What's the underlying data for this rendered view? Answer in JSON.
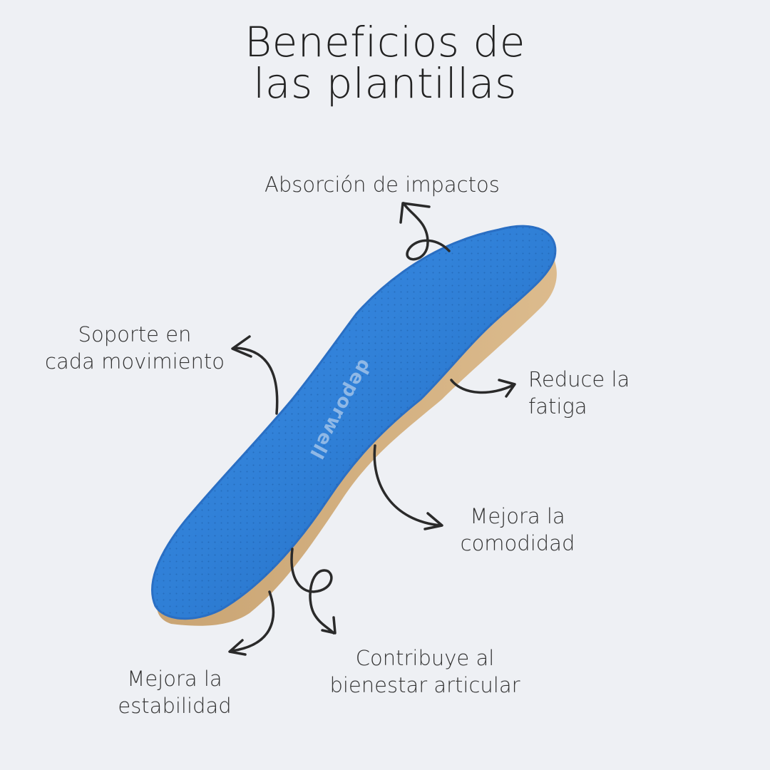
{
  "title": {
    "line1": "Beneficios de",
    "line2": "las plantillas"
  },
  "benefits": {
    "absorcion": "Absorción de impactos",
    "soporte": {
      "line1": "Soporte en",
      "line2": "cada movimiento"
    },
    "fatiga": {
      "line1": "Reduce la",
      "line2": "fatiga"
    },
    "comodidad": {
      "line1": "Mejora la",
      "line2": "comodidad"
    },
    "articular": {
      "line1": "Contribuye al",
      "line2": "bienestar articular"
    },
    "estabilidad": {
      "line1": "Mejora la",
      "line2": "estabilidad"
    }
  },
  "product": {
    "brand": "deporwell"
  },
  "colors": {
    "background": "#eef0f4",
    "insole_top": "#2f7fd6",
    "insole_base": "#d2ae7e",
    "arrow": "#2a2a2a"
  }
}
